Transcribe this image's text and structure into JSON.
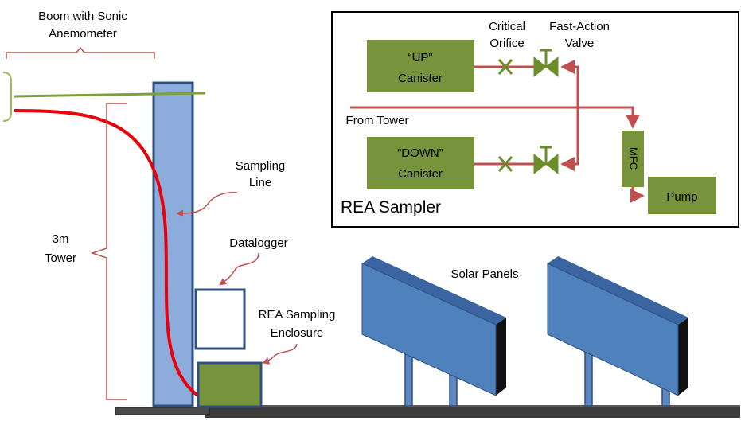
{
  "labels": {
    "boom": [
      "Boom with Sonic",
      "Anemometer"
    ],
    "tower": [
      "3m",
      "Tower"
    ],
    "sampling_line": [
      "Sampling",
      "Line"
    ],
    "datalogger": "Datalogger",
    "enclosure": [
      "REA Sampling",
      "Enclosure"
    ],
    "solar_panels": "Solar Panels"
  },
  "inset": {
    "title": "REA Sampler",
    "from_tower": "From Tower",
    "critical_orifice": [
      "Critical",
      "Orifice"
    ],
    "fast_action_valve": [
      "Fast-Action",
      "Valve"
    ],
    "up_canister": [
      "“UP”",
      "Canister"
    ],
    "down_canister": [
      "“DOWN”",
      "Canister"
    ],
    "mfc": "MFC",
    "pump": "Pump"
  },
  "colors": {
    "tower_fill": "#8cacdc",
    "tower_stroke": "#2e4f7f",
    "sampling_line": "#e8000b",
    "boom": "#7ea03a",
    "brace": "#c0504d",
    "green_box": "#77933c",
    "panel_front": "#4f81bd",
    "panel_top": "#3a65a0",
    "panel_side": "#111111",
    "ground": "#3b3b3b",
    "inset_line": "#c0504d",
    "valve": "#6a8f2a"
  }
}
